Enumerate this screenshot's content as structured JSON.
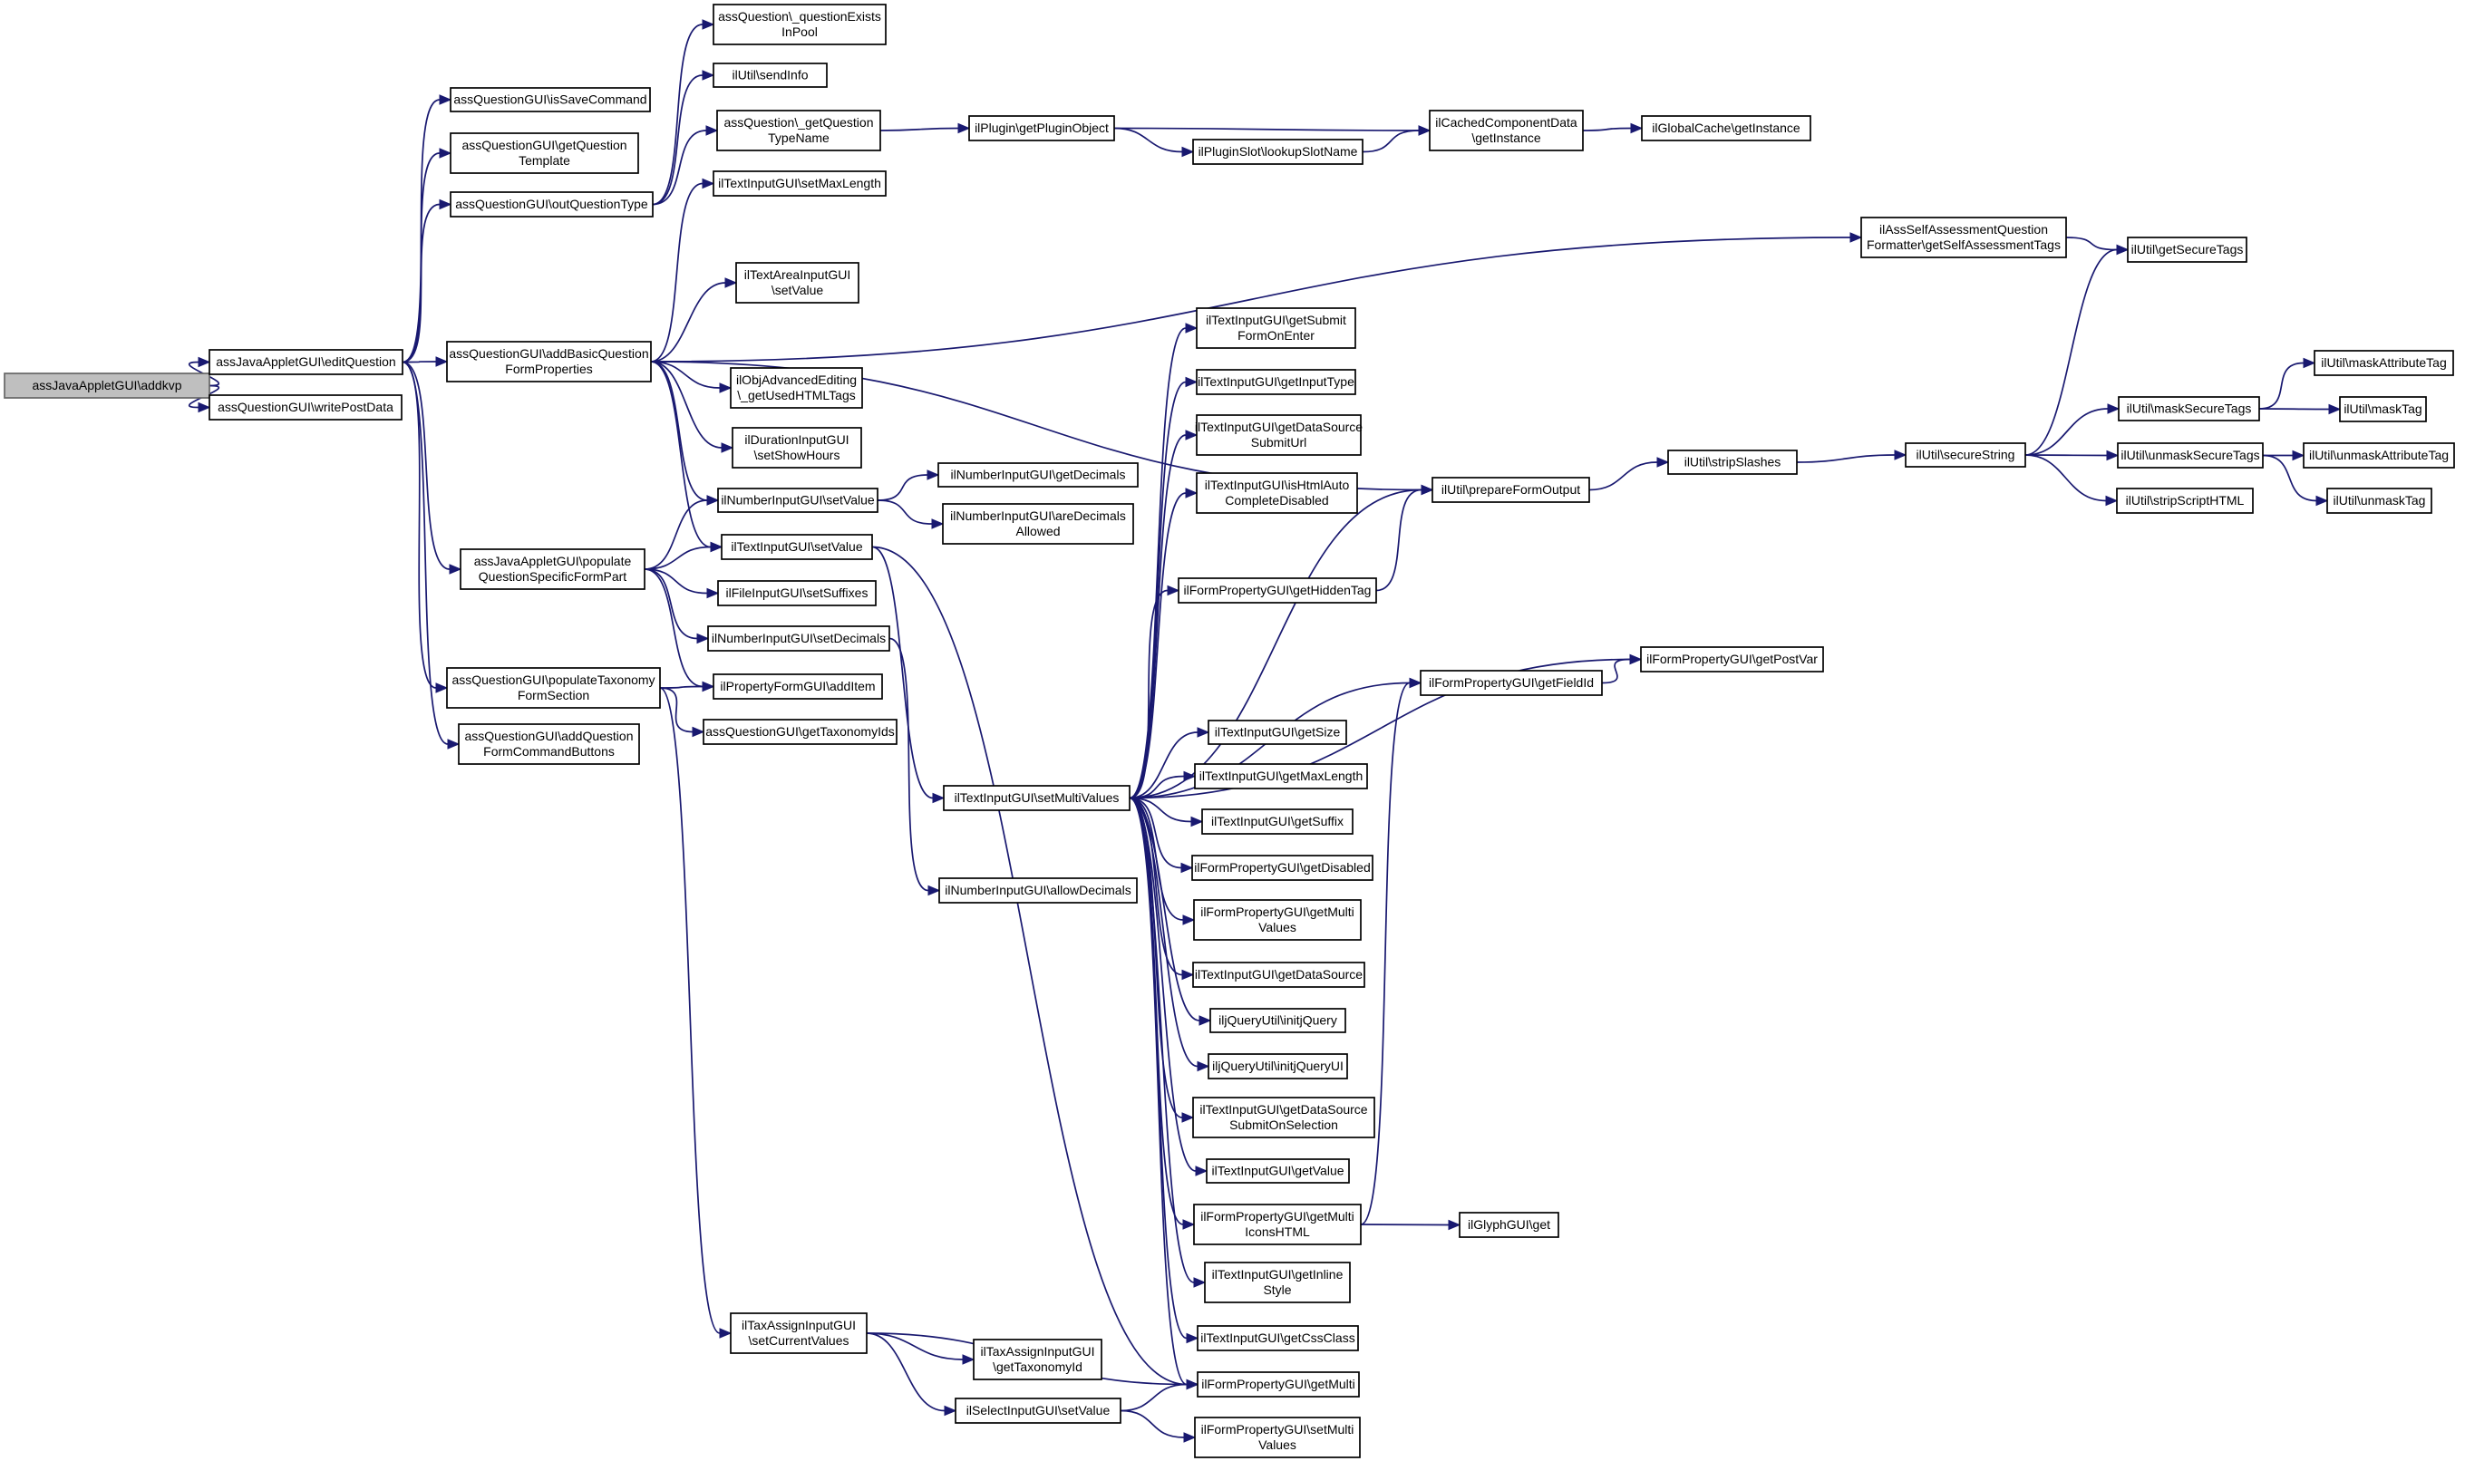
{
  "diagram": {
    "root": "assJavaAppletGUI::addkvp",
    "nodes": [
      {
        "id": "n0",
        "lines": [
          "assJavaAppletGUI\\addkvp"
        ],
        "root": true
      },
      {
        "id": "n1",
        "lines": [
          "assJavaAppletGUI\\editQuestion"
        ]
      },
      {
        "id": "n2",
        "lines": [
          "assQuestionGUI\\writePostData"
        ]
      },
      {
        "id": "n3",
        "lines": [
          "assQuestionGUI\\isSaveCommand"
        ]
      },
      {
        "id": "n4",
        "lines": [
          "assQuestionGUI\\getQuestion",
          "Template"
        ]
      },
      {
        "id": "n5",
        "lines": [
          "assQuestionGUI\\outQuestionType"
        ]
      },
      {
        "id": "n6",
        "lines": [
          "assQuestionGUI\\addBasicQuestion",
          "FormProperties"
        ]
      },
      {
        "id": "n7",
        "lines": [
          "assJavaAppletGUI\\populate",
          "QuestionSpecificFormPart"
        ]
      },
      {
        "id": "n8",
        "lines": [
          "assQuestionGUI\\populateTaxonomy",
          "FormSection"
        ]
      },
      {
        "id": "n9",
        "lines": [
          "assQuestionGUI\\addQuestion",
          "FormCommandButtons"
        ]
      },
      {
        "id": "n10",
        "lines": [
          "assQuestion\\_questionExists",
          "InPool"
        ]
      },
      {
        "id": "n11",
        "lines": [
          "ilUtil\\sendInfo"
        ]
      },
      {
        "id": "n12",
        "lines": [
          "assQuestion\\_getQuestion",
          "TypeName"
        ]
      },
      {
        "id": "n13",
        "lines": [
          "ilPlugin\\getPluginObject"
        ]
      },
      {
        "id": "n14",
        "lines": [
          "ilPluginSlot\\lookupSlotName"
        ]
      },
      {
        "id": "n15",
        "lines": [
          "ilCachedComponentData",
          "\\getInstance"
        ]
      },
      {
        "id": "n16",
        "lines": [
          "ilGlobalCache\\getInstance"
        ]
      },
      {
        "id": "n17",
        "lines": [
          "ilTextInputGUI\\setMaxLength"
        ]
      },
      {
        "id": "n18",
        "lines": [
          "ilTextAreaInputGUI",
          "\\setValue"
        ]
      },
      {
        "id": "n19",
        "lines": [
          "ilObjAdvancedEditing",
          "\\_getUsedHTMLTags"
        ]
      },
      {
        "id": "n20",
        "lines": [
          "ilDurationInputGUI",
          "\\setShowHours"
        ]
      },
      {
        "id": "n21",
        "lines": [
          "ilNumberInputGUI\\setValue"
        ]
      },
      {
        "id": "n22",
        "lines": [
          "ilTextInputGUI\\setValue"
        ]
      },
      {
        "id": "n23",
        "lines": [
          "ilFileInputGUI\\setSuffixes"
        ]
      },
      {
        "id": "n24",
        "lines": [
          "ilNumberInputGUI\\setDecimals"
        ]
      },
      {
        "id": "n25",
        "lines": [
          "ilPropertyFormGUI\\addItem"
        ]
      },
      {
        "id": "n26",
        "lines": [
          "assQuestionGUI\\getTaxonomyIds"
        ]
      },
      {
        "id": "n27",
        "lines": [
          "ilNumberInputGUI\\getDecimals"
        ]
      },
      {
        "id": "n28",
        "lines": [
          "ilNumberInputGUI\\areDecimals",
          "Allowed"
        ]
      },
      {
        "id": "n29",
        "lines": [
          "ilTextInputGUI\\setMultiValues"
        ]
      },
      {
        "id": "n30",
        "lines": [
          "ilNumberInputGUI\\allowDecimals"
        ]
      },
      {
        "id": "n31",
        "lines": [
          "ilTaxAssignInputGUI",
          "\\setCurrentValues"
        ]
      },
      {
        "id": "n32",
        "lines": [
          "ilTaxAssignInputGUI",
          "\\getTaxonomyId"
        ]
      },
      {
        "id": "n33",
        "lines": [
          "ilSelectInputGUI\\setValue"
        ]
      },
      {
        "id": "n34",
        "lines": [
          "ilTextInputGUI\\getSubmit",
          "FormOnEnter"
        ]
      },
      {
        "id": "n35",
        "lines": [
          "ilTextInputGUI\\getInputType"
        ]
      },
      {
        "id": "n36",
        "lines": [
          "ilTextInputGUI\\getDataSource",
          "SubmitUrl"
        ]
      },
      {
        "id": "n37",
        "lines": [
          "ilTextInputGUI\\isHtmlAuto",
          "CompleteDisabled"
        ]
      },
      {
        "id": "n38",
        "lines": [
          "ilFormPropertyGUI\\getHiddenTag"
        ]
      },
      {
        "id": "n39",
        "lines": [
          "ilTextInputGUI\\getSize"
        ]
      },
      {
        "id": "n40",
        "lines": [
          "ilTextInputGUI\\getMaxLength"
        ]
      },
      {
        "id": "n41",
        "lines": [
          "ilTextInputGUI\\getSuffix"
        ]
      },
      {
        "id": "n42",
        "lines": [
          "ilFormPropertyGUI\\getDisabled"
        ]
      },
      {
        "id": "n43",
        "lines": [
          "ilFormPropertyGUI\\getMulti",
          "Values"
        ]
      },
      {
        "id": "n44",
        "lines": [
          "ilTextInputGUI\\getDataSource"
        ]
      },
      {
        "id": "n45",
        "lines": [
          "iljQueryUtil\\initjQuery"
        ]
      },
      {
        "id": "n46",
        "lines": [
          "iljQueryUtil\\initjQueryUI"
        ]
      },
      {
        "id": "n47",
        "lines": [
          "ilTextInputGUI\\getDataSource",
          "SubmitOnSelection"
        ]
      },
      {
        "id": "n48",
        "lines": [
          "ilTextInputGUI\\getValue"
        ]
      },
      {
        "id": "n49",
        "lines": [
          "ilFormPropertyGUI\\getMulti",
          "IconsHTML"
        ]
      },
      {
        "id": "n50",
        "lines": [
          "ilTextInputGUI\\getInline",
          "Style"
        ]
      },
      {
        "id": "n51",
        "lines": [
          "ilTextInputGUI\\getCssClass"
        ]
      },
      {
        "id": "n52",
        "lines": [
          "ilFormPropertyGUI\\getMulti"
        ]
      },
      {
        "id": "n53",
        "lines": [
          "ilFormPropertyGUI\\setMulti",
          "Values"
        ]
      },
      {
        "id": "n54",
        "lines": [
          "ilGlyphGUI\\get"
        ]
      },
      {
        "id": "n55",
        "lines": [
          "ilUtil\\prepareFormOutput"
        ]
      },
      {
        "id": "n56",
        "lines": [
          "ilFormPropertyGUI\\getFieldId"
        ]
      },
      {
        "id": "n57",
        "lines": [
          "ilFormPropertyGUI\\getPostVar"
        ]
      },
      {
        "id": "n58",
        "lines": [
          "ilAssSelfAssessmentQuestion",
          "Formatter\\getSelfAssessmentTags"
        ]
      },
      {
        "id": "n59",
        "lines": [
          "ilUtil\\getSecureTags"
        ]
      },
      {
        "id": "n60",
        "lines": [
          "ilUtil\\stripSlashes"
        ]
      },
      {
        "id": "n61",
        "lines": [
          "ilUtil\\secureString"
        ]
      },
      {
        "id": "n62",
        "lines": [
          "ilUtil\\maskSecureTags"
        ]
      },
      {
        "id": "n63",
        "lines": [
          "ilUtil\\unmaskSecureTags"
        ]
      },
      {
        "id": "n64",
        "lines": [
          "ilUtil\\stripScriptHTML"
        ]
      },
      {
        "id": "n65",
        "lines": [
          "ilUtil\\maskAttributeTag"
        ]
      },
      {
        "id": "n66",
        "lines": [
          "ilUtil\\maskTag"
        ]
      },
      {
        "id": "n67",
        "lines": [
          "ilUtil\\unmaskAttributeTag"
        ]
      },
      {
        "id": "n68",
        "lines": [
          "ilUtil\\unmaskTag"
        ]
      }
    ],
    "edges": [
      [
        "n0",
        "n1"
      ],
      [
        "n0",
        "n2"
      ],
      [
        "n1",
        "n3"
      ],
      [
        "n1",
        "n4"
      ],
      [
        "n1",
        "n5"
      ],
      [
        "n1",
        "n6"
      ],
      [
        "n1",
        "n7"
      ],
      [
        "n1",
        "n8"
      ],
      [
        "n1",
        "n9"
      ],
      [
        "n5",
        "n10"
      ],
      [
        "n5",
        "n11"
      ],
      [
        "n5",
        "n12"
      ],
      [
        "n12",
        "n13"
      ],
      [
        "n13",
        "n14"
      ],
      [
        "n13",
        "n15"
      ],
      [
        "n14",
        "n15"
      ],
      [
        "n15",
        "n16"
      ],
      [
        "n6",
        "n17"
      ],
      [
        "n6",
        "n18"
      ],
      [
        "n6",
        "n19"
      ],
      [
        "n6",
        "n20"
      ],
      [
        "n6",
        "n21"
      ],
      [
        "n6",
        "n22"
      ],
      [
        "n6",
        "n55"
      ],
      [
        "n6",
        "n58"
      ],
      [
        "n7",
        "n21"
      ],
      [
        "n7",
        "n22"
      ],
      [
        "n7",
        "n23"
      ],
      [
        "n7",
        "n24"
      ],
      [
        "n7",
        "n25"
      ],
      [
        "n8",
        "n25"
      ],
      [
        "n8",
        "n26"
      ],
      [
        "n8",
        "n31"
      ],
      [
        "n21",
        "n27"
      ],
      [
        "n21",
        "n28"
      ],
      [
        "n22",
        "n29"
      ],
      [
        "n22",
        "n52"
      ],
      [
        "n24",
        "n30"
      ],
      [
        "n29",
        "n34"
      ],
      [
        "n29",
        "n35"
      ],
      [
        "n29",
        "n36"
      ],
      [
        "n29",
        "n37"
      ],
      [
        "n29",
        "n38"
      ],
      [
        "n29",
        "n39"
      ],
      [
        "n29",
        "n40"
      ],
      [
        "n29",
        "n41"
      ],
      [
        "n29",
        "n42"
      ],
      [
        "n29",
        "n43"
      ],
      [
        "n29",
        "n44"
      ],
      [
        "n29",
        "n45"
      ],
      [
        "n29",
        "n46"
      ],
      [
        "n29",
        "n47"
      ],
      [
        "n29",
        "n48"
      ],
      [
        "n29",
        "n49"
      ],
      [
        "n29",
        "n50"
      ],
      [
        "n29",
        "n51"
      ],
      [
        "n29",
        "n52"
      ],
      [
        "n29",
        "n55"
      ],
      [
        "n29",
        "n56"
      ],
      [
        "n29",
        "n57"
      ],
      [
        "n31",
        "n32"
      ],
      [
        "n31",
        "n33"
      ],
      [
        "n31",
        "n52"
      ],
      [
        "n33",
        "n52"
      ],
      [
        "n33",
        "n53"
      ],
      [
        "n38",
        "n55"
      ],
      [
        "n49",
        "n54"
      ],
      [
        "n49",
        "n56"
      ],
      [
        "n56",
        "n57"
      ],
      [
        "n55",
        "n60"
      ],
      [
        "n60",
        "n61"
      ],
      [
        "n61",
        "n59"
      ],
      [
        "n61",
        "n62"
      ],
      [
        "n61",
        "n63"
      ],
      [
        "n61",
        "n64"
      ],
      [
        "n62",
        "n65"
      ],
      [
        "n62",
        "n66"
      ],
      [
        "n63",
        "n67"
      ],
      [
        "n63",
        "n68"
      ],
      [
        "n58",
        "n59"
      ]
    ]
  }
}
